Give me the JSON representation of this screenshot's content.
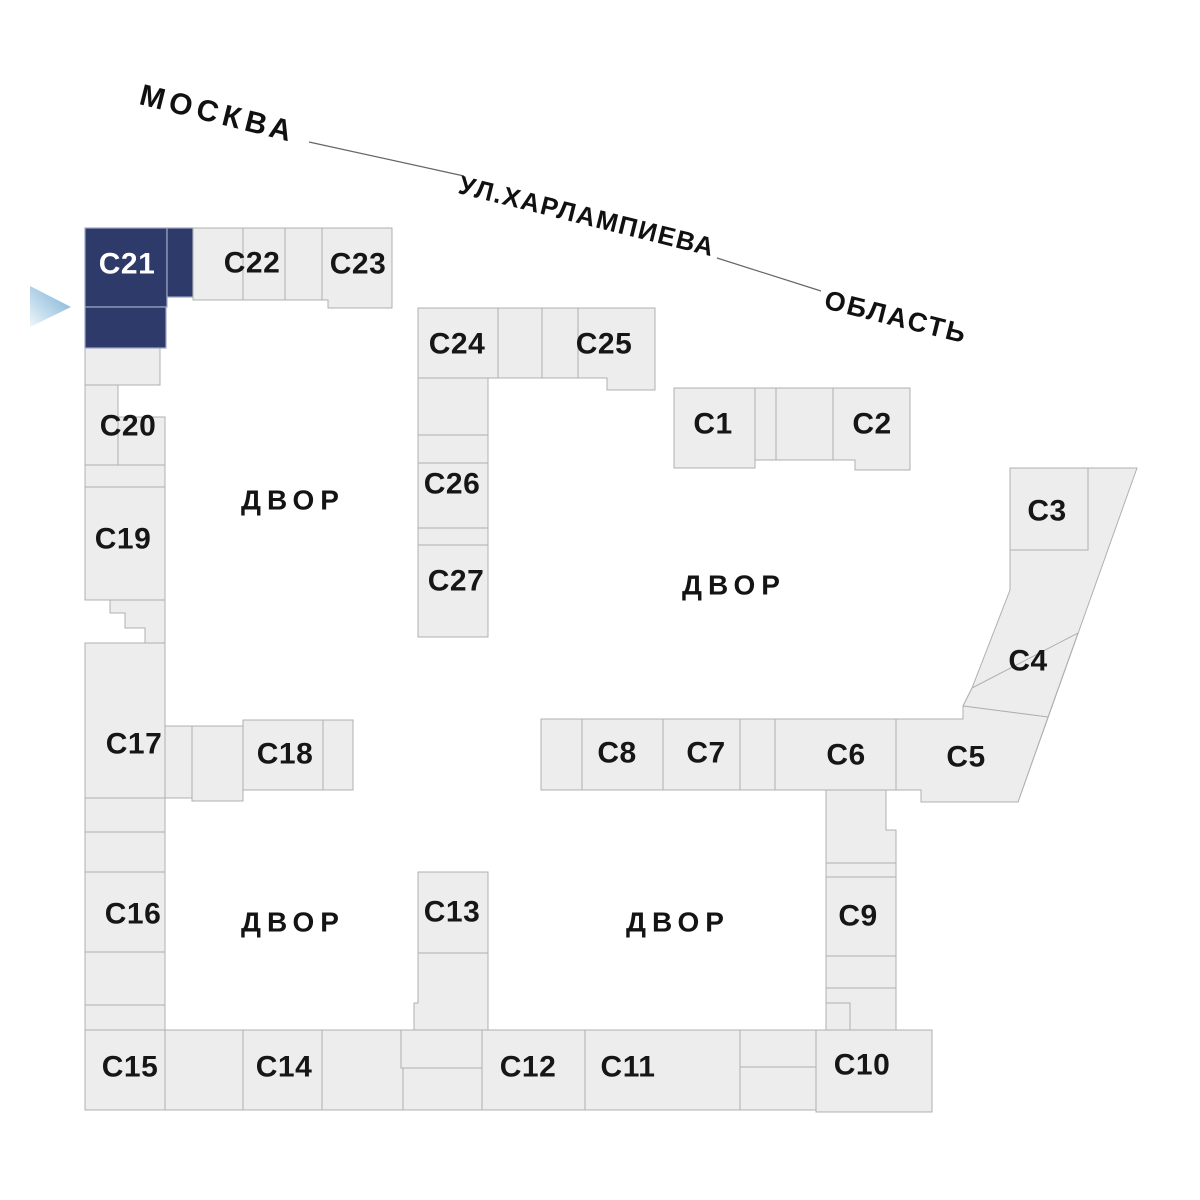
{
  "plan": {
    "annotations": {
      "city": "МОСКВА",
      "street": "УЛ.ХАРЛАМПИЕВА",
      "region": "ОБЛАСТЬ"
    },
    "selected_building": "С21",
    "courtyards": [
      {
        "label": "ДВОР"
      },
      {
        "label": "ДВОР"
      },
      {
        "label": "ДВОР"
      },
      {
        "label": "ДВОР"
      }
    ],
    "buildings": [
      {
        "id": "c1",
        "label": "С1"
      },
      {
        "id": "c2",
        "label": "С2"
      },
      {
        "id": "c3",
        "label": "С3"
      },
      {
        "id": "c4",
        "label": "С4"
      },
      {
        "id": "c5",
        "label": "С5"
      },
      {
        "id": "c6",
        "label": "С6"
      },
      {
        "id": "c7",
        "label": "С7"
      },
      {
        "id": "c8",
        "label": "С8"
      },
      {
        "id": "c9",
        "label": "С9"
      },
      {
        "id": "c10",
        "label": "С10"
      },
      {
        "id": "c11",
        "label": "С11"
      },
      {
        "id": "c12",
        "label": "С12"
      },
      {
        "id": "c13",
        "label": "С13"
      },
      {
        "id": "c14",
        "label": "С14"
      },
      {
        "id": "c15",
        "label": "С15"
      },
      {
        "id": "c16",
        "label": "С16"
      },
      {
        "id": "c17",
        "label": "С17"
      },
      {
        "id": "c18",
        "label": "С18"
      },
      {
        "id": "c19",
        "label": "С19"
      },
      {
        "id": "c20",
        "label": "С20"
      },
      {
        "id": "c21",
        "label": "С21",
        "selected": true
      },
      {
        "id": "c22",
        "label": "С22"
      },
      {
        "id": "c23",
        "label": "С23"
      },
      {
        "id": "c24",
        "label": "С24"
      },
      {
        "id": "c25",
        "label": "С25"
      },
      {
        "id": "c26",
        "label": "С26"
      },
      {
        "id": "c27",
        "label": "С27"
      }
    ],
    "colors": {
      "selected_fill": "#2d3a6a",
      "selected_text": "#ffffff",
      "block_fill": "#ededed",
      "block_border": "#b0b0b0",
      "label": "#161616",
      "street_line": "#666666",
      "arrow_light": "#eef6fb",
      "arrow_dark": "#74acd3"
    }
  }
}
